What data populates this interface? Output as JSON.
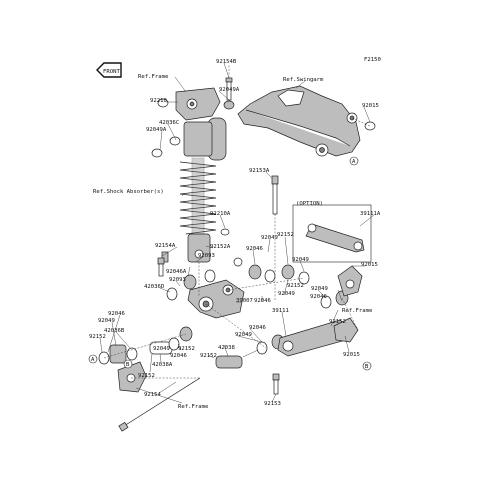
{
  "diagram_id": "F2150",
  "front_label": "FRONT",
  "option_label": "(OPTION)",
  "labels": {
    "ref_frame_top": "Ref.Frame",
    "p92154b": "92154B",
    "p92210": "92210",
    "p92049a_top": "92049A",
    "p42036c": "42036C",
    "p92049a_left": "92049A",
    "ref_swingarm": "Ref.Swingarm",
    "p92015_top": "92015",
    "p92153a": "92153A",
    "ref_shock": "Ref.Shock Absorber(s)",
    "p92210a": "92210A",
    "p39111a": "39111A",
    "p92154a": "92154A",
    "p92152a": "92152A",
    "p92093_a": "92093",
    "p92049_a": "92049",
    "p92152_a": "92152",
    "p92046a": "92046A",
    "p92046_a": "92046",
    "p92015_mid": "92015",
    "p92049_r1": "92049",
    "p92152_r1": "92152",
    "p42036d": "42036D",
    "p92093_b": "92093",
    "p92046_b": "92046",
    "p92049_b": "92049",
    "p92046_r2": "92046",
    "ref_frame_mid": "Ref.Frame",
    "p39007": "39007",
    "p92046_l": "92046",
    "p92049_l": "92049",
    "p39111": "39111",
    "p92152_r2": "92152",
    "p92152_l": "92152",
    "p42036b": "42036B",
    "p92049_c": "92049",
    "p92046_c": "92046",
    "p42038a": "42038A",
    "p92152_c": "92152",
    "p92049_d": "92049",
    "p92046_d": "92046",
    "p92015_bot": "92015",
    "p42038": "42038",
    "p92152_d": "92152",
    "p92152_e": "92152",
    "p92154": "92154",
    "ref_frame_bot": "Ref.Frame",
    "p92153": "92153"
  },
  "callouts": {
    "a1": "A",
    "a2": "A",
    "b1": "B",
    "b2": "B"
  }
}
